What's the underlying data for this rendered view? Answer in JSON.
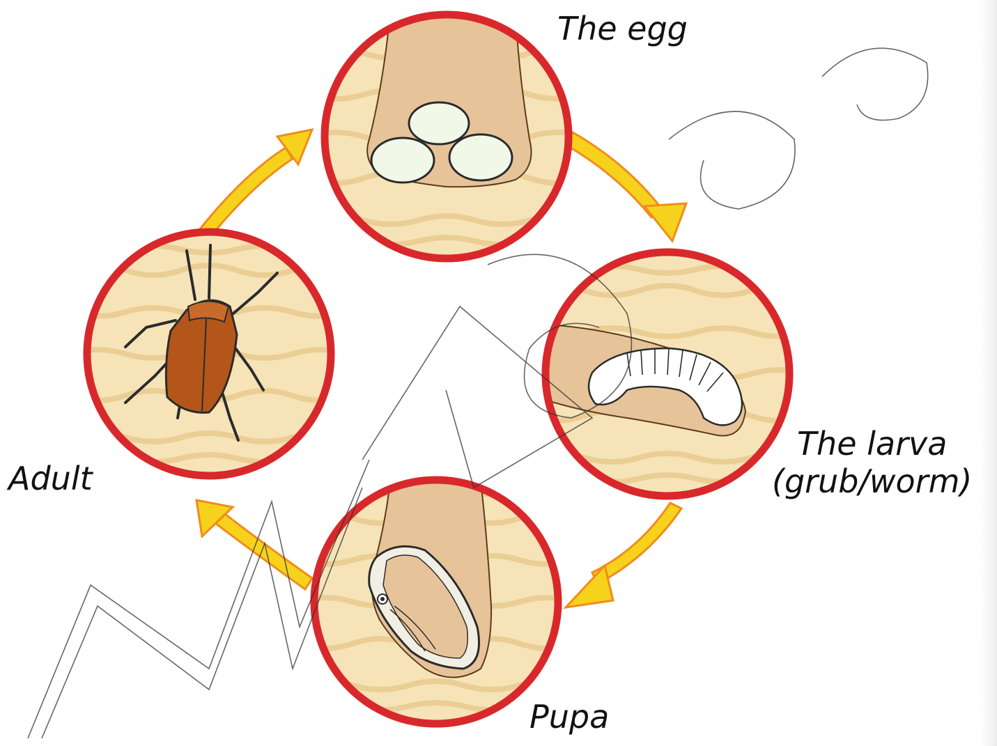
{
  "diagram": {
    "stages": [
      {
        "id": "egg",
        "label": "The egg"
      },
      {
        "id": "larva",
        "label_line1": "The larva",
        "label_line2": "(grub/worm)"
      },
      {
        "id": "pupa",
        "label": "Pupa"
      },
      {
        "id": "adult",
        "label": "Adult"
      }
    ],
    "colors": {
      "ring": "#d8282c",
      "wood": "#f6e4b8",
      "wood_grain": "#e9c98c",
      "branch": "#e7c39a",
      "arrow": "#f7d21c",
      "arrow_outline": "#f08c1c",
      "egg": "#f1f8e8",
      "beetle": "#b4561a",
      "watermark": "#333333"
    }
  }
}
